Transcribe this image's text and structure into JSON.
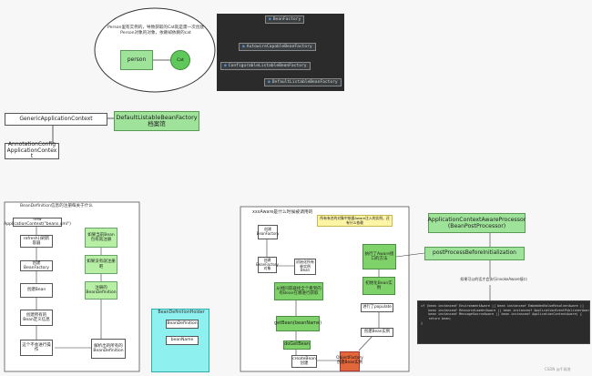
{
  "ellipse": {
    "note": "Person里有实例的，导致获取的Cat就是需一次创建Person对象的对象，依赖却依赖的cat",
    "person": "person",
    "cat": "Cat"
  },
  "class_diagram": {
    "bean_factory": "BeanFactory",
    "autowire": "AutowireCapableBeanFactory",
    "configurable": "ConfigurableListableBeanFactory",
    "default": "DefaultListableBeanFactory"
  },
  "context": {
    "generic": "GenericApplicationContext",
    "default_factory": "DefaultListableBeanFactory",
    "default_factory_sub": "档案馆",
    "annotation": "AnnotationConfigApplicationContext"
  },
  "flow1": {
    "title": "BeanDefinition信息的注册每关于什么",
    "n1": "new ApplicationContext(\"beans.xml\")",
    "n2": "refresh()刷新容器",
    "n3": "创建BeanFactory",
    "n4": "创建Bean",
    "n5": "创建所有的Bean定义信息",
    "n6": "这个不会进行操作",
    "n7": "解析出的所有的BeanDefinition",
    "g1": "如果当前Bean包有就注册",
    "g2": "如果没有就注册吧",
    "g3": "注册的BeanDefinition"
  },
  "holder": {
    "title": "BeanDefinitionHolder",
    "item1": "BeanDefinition",
    "item2": "beanName"
  },
  "flow2": {
    "title": "xxxAware是什么时候被调用的",
    "note": "所有有名的对象中依据Aware注入的实例，还有什么依赖",
    "n1": "创建BeanFactory",
    "n2": "创建BeanFactory对象",
    "n3": "初始化所有单实例Bean",
    "g1": "从相同容器找全个看到的有Bean在哪进行获取",
    "g2": "getBean(beanName)",
    "g3": "doGetBean",
    "n4": "createBean创建",
    "o1": "ObjectFactory创建Bean实例",
    "r1": "创建Bean实例",
    "r2": "进行了populate",
    "r3": "初始化Bean实例",
    "r4": "执行了Aware接口的方法"
  },
  "right": {
    "processor": "ApplicationContextAwareProcessor (BeanPostProcessor)",
    "post": "postProcessBeforeInitialization",
    "label": "如果可以的话才会执行invokeAware接口",
    "code": [
      "if (bean instanceof EnvironmentAware || bean instanceof EmbeddedValueResolverAware ||",
      "    bean instanceof ResourceLoaderAware || bean instanceof ApplicationEventPublisherAware ||",
      "    bean instanceof MessageSourceAware || bean instanceof ApplicationContextAware) {",
      "    return bean;",
      "}"
    ]
  },
  "watermark": "CSDN @千阁浪"
}
